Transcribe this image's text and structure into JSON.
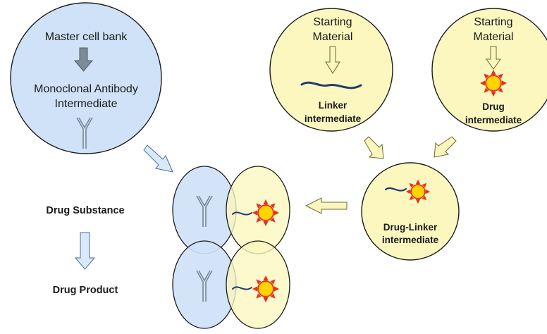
{
  "colors": {
    "antibody_fill": "#cfe2f7",
    "antibody_stroke": "#1c1c1c",
    "yellow_fill": "#fbf7bf",
    "arrow_blue_fill": "#dbe8f7",
    "arrow_blue_stroke": "#3f6fa8",
    "arrow_yellow_fill": "#fbf6bd",
    "arrow_yellow_stroke": "#6b6b2a",
    "arrow_grey_fill": "#7d8b99",
    "linker_color": "#243a6b",
    "drug_core": "#ffd400",
    "drug_rays": "#e8301c"
  },
  "icons": {
    "antibody": "antibody-y-icon",
    "drug": "sun-drug-icon",
    "linker": "wavy-linker-icon"
  },
  "master": {
    "line1": "Master cell bank",
    "line2": "Monoclonal Antibody",
    "line3": "Intermediate"
  },
  "linker": {
    "start_line1": "Starting",
    "start_line2": "Material",
    "label_line1": "Linker",
    "label_line2": "intermediate"
  },
  "drug": {
    "start_line1": "Starting",
    "start_line2": "Material",
    "label_line1": "Drug",
    "label_line2": "intermediate"
  },
  "drug_linker": {
    "label_line1": "Drug-Linker",
    "label_line2": "intermediate"
  },
  "left_labels": {
    "substance": "Drug Substance",
    "product": "Drug Product"
  }
}
